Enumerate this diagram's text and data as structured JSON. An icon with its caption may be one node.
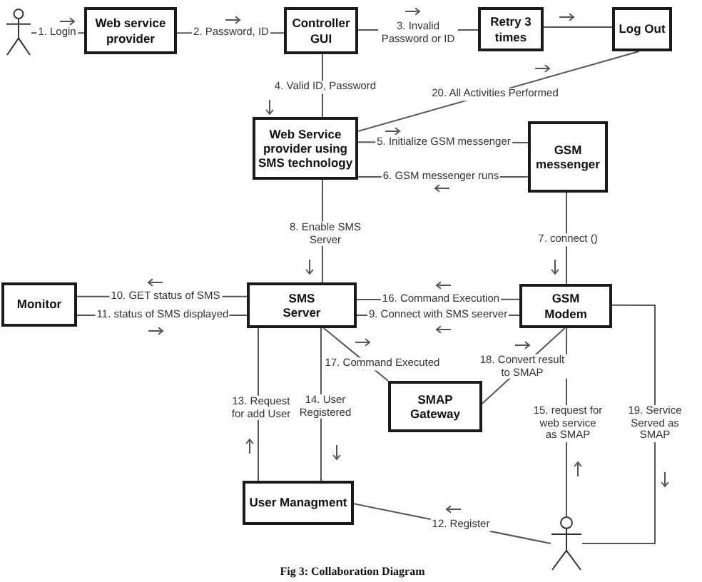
{
  "diagram": {
    "caption": "Fig 3: Collaboration Diagram",
    "nodes": [
      {
        "text": [],
        "shape": "person"
      },
      {
        "text": [
          "Web service provider"
        ]
      },
      {
        "text": [
          "Controller GUI"
        ]
      },
      {
        "text": [
          "Retry 3 times"
        ]
      },
      {
        "text": [
          "Log Out"
        ]
      },
      {
        "text": [
          "Web Service provider using SMS technology"
        ]
      },
      {
        "text": [
          "GSM messenger"
        ]
      },
      {
        "text": [
          "Monitor"
        ]
      },
      {
        "text": [
          "SMS Server"
        ]
      },
      {
        "text": [
          "GSM Modem"
        ]
      },
      {
        "text": [
          "SMAP Gateway"
        ]
      },
      {
        "text": [
          "User Managment"
        ]
      },
      {
        "text": [],
        "shape": "person"
      }
    ],
    "edges": [
      {
        "from": 0,
        "to": 1,
        "arrow": "none",
        "label": "1. Login"
      },
      {
        "from": 1,
        "to": 2,
        "arrow": "none",
        "label": "2. Password, ID"
      },
      {
        "from": 2,
        "to": 3,
        "arrow": "none",
        "label": "3. Invalid Password or ID"
      },
      {
        "from": 3,
        "to": 4,
        "arrow": "none"
      },
      {
        "from": 2,
        "to": 5,
        "arrow": "none",
        "label": "4. Valid ID, Password"
      },
      {
        "from": 5,
        "to": 4,
        "arrow": "none",
        "label": "20. All Activities Performed"
      },
      {
        "from": 5,
        "to": 6,
        "arrow": "none",
        "label": "5. Initialize GSM messenger"
      },
      {
        "from": 6,
        "to": 5,
        "arrow": "none",
        "label": "6. GSM messenger runs"
      },
      {
        "from": 5,
        "to": 8,
        "arrow": "none",
        "label": "8. Enable SMS Server"
      },
      {
        "from": 6,
        "to": 9,
        "arrow": "none",
        "label": "7. connect ()"
      },
      {
        "from": 8,
        "to": 7,
        "arrow": "none",
        "label": "10. GET status of SMS"
      },
      {
        "from": 7,
        "to": 8,
        "arrow": "none",
        "label": "11. status of SMS displayed"
      },
      {
        "from": 9,
        "to": 8,
        "arrow": "none",
        "label": "16. Command Execution"
      },
      {
        "from": 9,
        "to": 8,
        "arrow": "none",
        "label": "9. Connect with SMS seerver"
      },
      {
        "from": 8,
        "to": 10,
        "arrow": "none",
        "label": "17. Command Executed"
      },
      {
        "from": 10,
        "to": 9,
        "arrow": "none",
        "label": "18. Convert result to SMAP"
      },
      {
        "from": 11,
        "to": 8,
        "arrow": "none",
        "label": "13. Request for add User"
      },
      {
        "from": 8,
        "to": 11,
        "arrow": "none",
        "label": "14. User Registered"
      },
      {
        "from": 12,
        "to": 9,
        "arrow": "none",
        "label": "15. request for web service as SMAP"
      },
      {
        "from": 9,
        "to": 12,
        "arrow": "none",
        "label": "19. Service Served as SMAP"
      },
      {
        "from": 12,
        "to": 11,
        "arrow": "none",
        "label": "12. Register"
      }
    ]
  }
}
